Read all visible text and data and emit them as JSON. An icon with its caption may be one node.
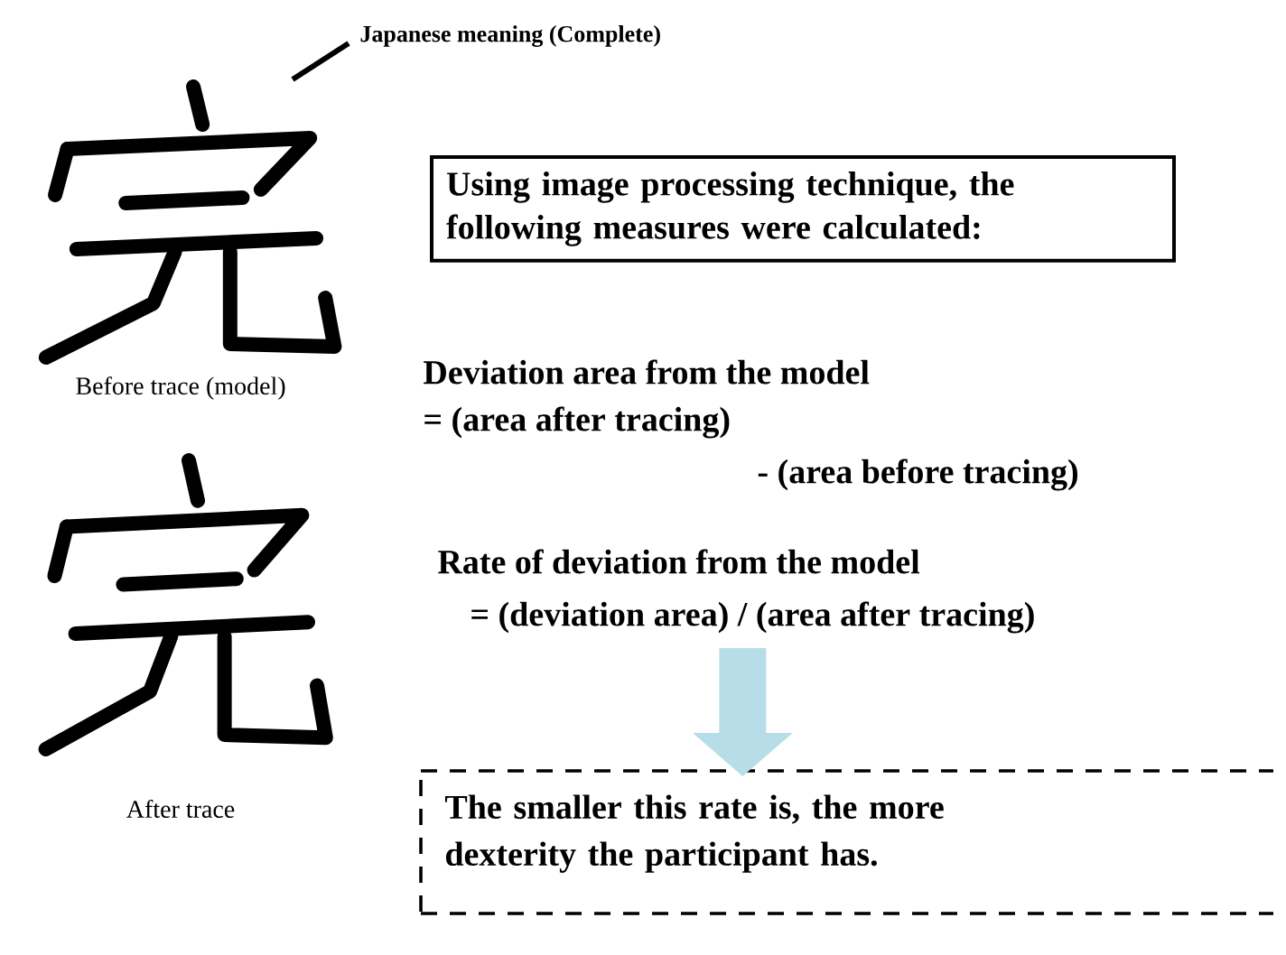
{
  "diagram": {
    "nodes": [
      {
        "text": [
          "Japanese meaning (Complete)"
        ]
      },
      {
        "text": [],
        "shape": "picture",
        "beside": [
          "Before trace (model)"
        ]
      },
      {
        "text": [],
        "shape": "picture",
        "beside": [
          "After trace"
        ]
      },
      {
        "text": [
          "Using image processing technique, the following measures were calculated:"
        ]
      },
      {
        "text": [
          "Rate of deviation from the model",
          "= (deviation area) / (area after tracing)"
        ]
      },
      {
        "text": [
          "The smaller this rate is, the more dexterity the participant has."
        ]
      }
    ],
    "edges": [
      {
        "from": 0,
        "to": 1,
        "arrow": "none"
      },
      {
        "from": 4,
        "to": 5,
        "arrow": "to",
        "style": "thick",
        "color": "#b7dde8"
      }
    ],
    "labels": [
      "Deviation area from the model",
      "= (area after tracing)",
      "- (area before tracing)"
    ]
  }
}
